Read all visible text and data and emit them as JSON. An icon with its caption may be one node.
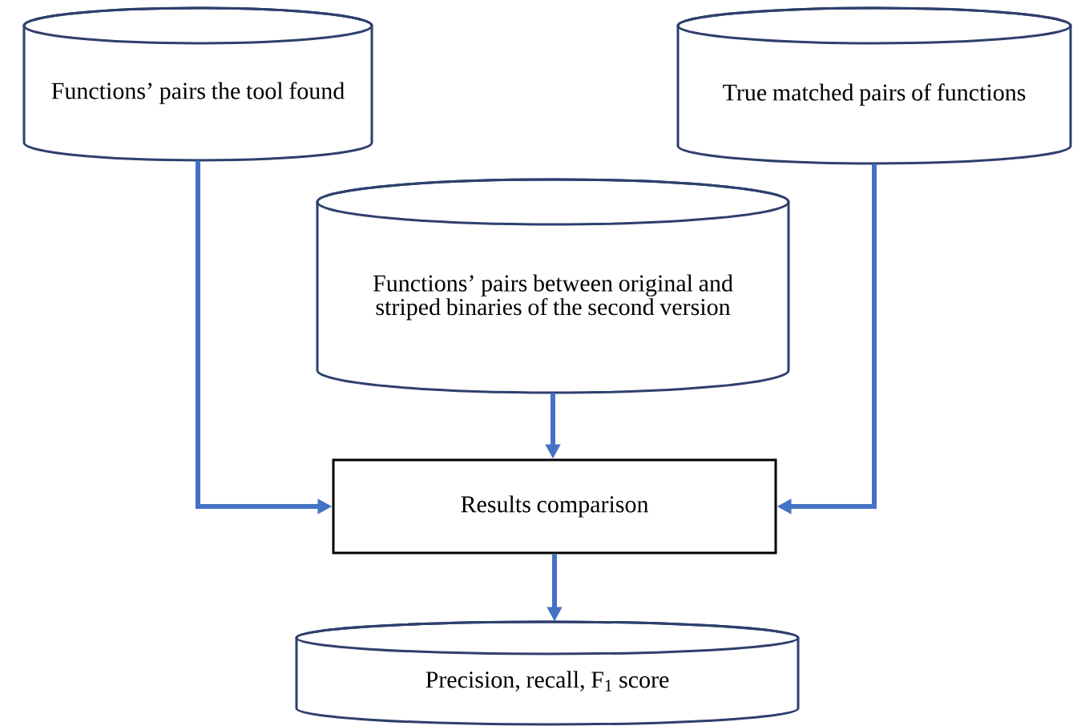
{
  "diagram": {
    "nodes": [
      {
        "text": [
          "Functions’ pairs the tool found"
        ]
      },
      {
        "text": [
          "True matched pairs of functions"
        ]
      },
      {
        "text": [
          "Functions’ pairs between original and striped binaries of the second version"
        ]
      },
      {
        "text": [
          "Results comparison"
        ]
      },
      {
        "text": [
          "Precision, recall, F$_{1}$ score"
        ]
      }
    ],
    "edges": [
      {
        "from": 0,
        "to": 3,
        "arrow": "to"
      },
      {
        "from": 2,
        "to": 3,
        "arrow": "to"
      },
      {
        "from": 1,
        "to": 3,
        "arrow": "to"
      },
      {
        "from": 3,
        "to": 4,
        "arrow": "to"
      }
    ]
  }
}
